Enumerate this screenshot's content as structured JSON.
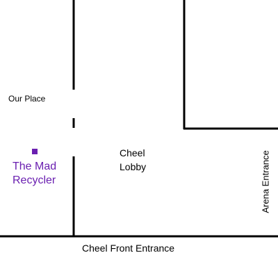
{
  "labels": {
    "our_place": "Our Place",
    "cheel_lobby_line1": "Cheel",
    "cheel_lobby_line2": "Lobby",
    "recycler_line1": "The Mad",
    "recycler_line2": "Recycler",
    "front_entrance": "Cheel Front Entrance",
    "arena_entrance": "Arena Entrance"
  },
  "colors": {
    "highlight": "#6a1fb0",
    "wall": "#000000",
    "text": "#000000",
    "background": "#ffffff"
  },
  "icons": {
    "location_marker": "square-marker-icon"
  }
}
